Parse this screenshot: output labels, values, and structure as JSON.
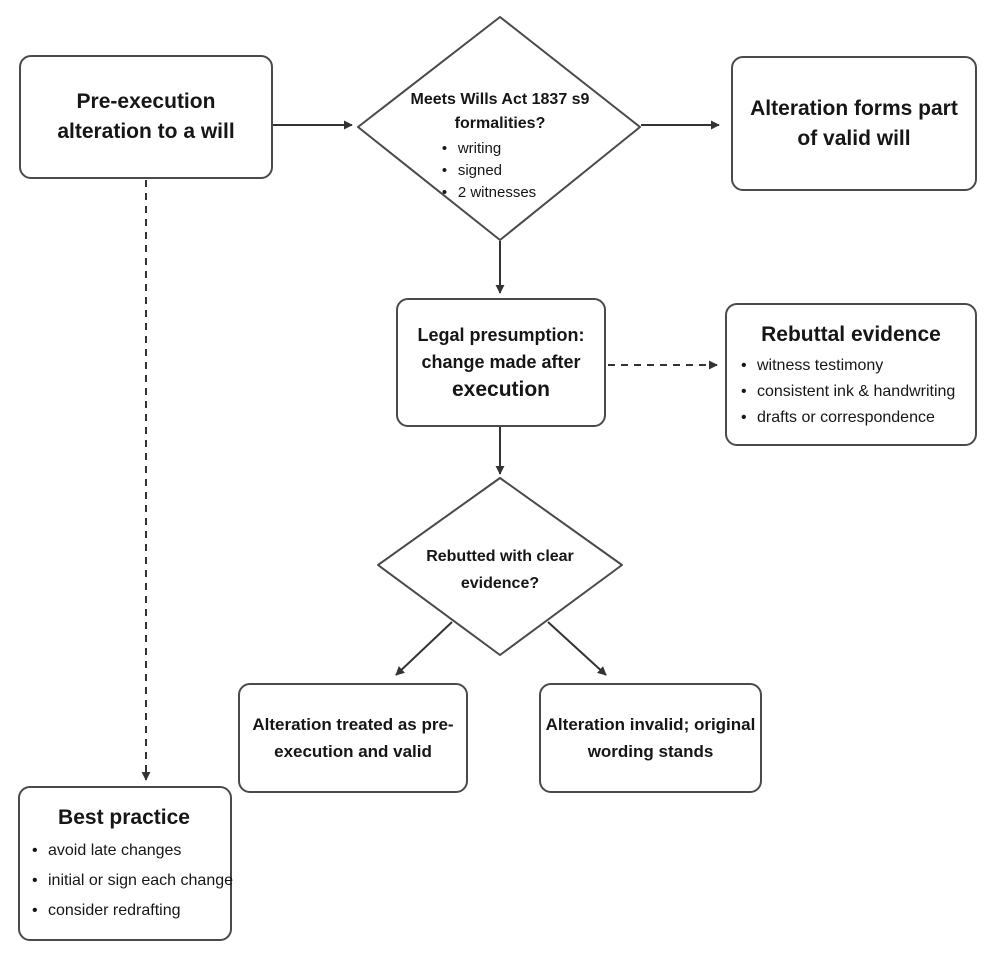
{
  "nodes": {
    "pre_execution": {
      "title": "Pre-execution alteration to a will"
    },
    "formalities": {
      "question": "Meets Wills Act 1837 s9 formalities?",
      "items": [
        "writing",
        "signed",
        "2 witnesses"
      ]
    },
    "valid_will": {
      "title": "Alteration forms part of valid will"
    },
    "presumption": {
      "line1": "Legal presumption:",
      "line2": "change made after",
      "line3": "execution"
    },
    "rebuttal": {
      "title": "Rebuttal evidence",
      "items": [
        "witness testimony",
        "consistent ink & handwriting",
        "drafts or correspondence"
      ]
    },
    "rebutted": {
      "question": "Rebutted with clear evidence?"
    },
    "treated_valid": {
      "title": "Alteration treated as pre-execution and valid"
    },
    "invalid": {
      "title": "Alteration invalid; original wording stands"
    },
    "best_practice": {
      "title": "Best practice",
      "items": [
        "avoid late changes",
        "initial or sign each change",
        "consider redrafting"
      ]
    }
  },
  "colors": {
    "stroke": "#4a4a4a",
    "edge": "#333333",
    "text": "#161616",
    "background": "#ffffff"
  }
}
